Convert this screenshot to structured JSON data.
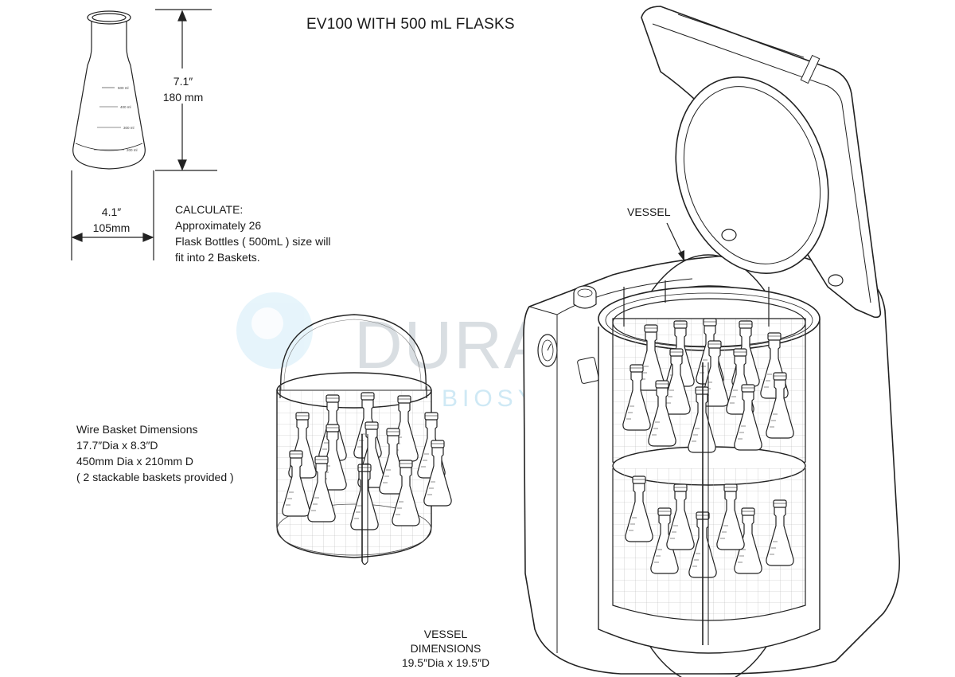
{
  "title": "EV100 WITH 500 mL FLASKS",
  "flask_dimensions": {
    "height_in": "7.1″",
    "height_mm": "180 mm",
    "width_in": "4.1″",
    "width_mm": "105mm",
    "graduations": [
      "500 ml",
      "400 ml",
      "300 ml",
      "200 ml"
    ]
  },
  "calculate": {
    "heading": "CALCULATE:",
    "line1": "Approximately  26",
    "line2": "Flask Bottles ( 500mL ) size will",
    "line3": "fit into 2 Baskets."
  },
  "wire_basket": {
    "line1": "Wire Basket Dimensions",
    "line2": "17.7″Dia x 8.3″D",
    "line3": "450mm Dia x 210mm D",
    "line4": "( 2 stackable baskets provided )"
  },
  "vessel_label": "VESSEL",
  "vessel_dimensions": {
    "line1": "VESSEL",
    "line2": "DIMENSIONS",
    "line3": "19.5″Dia x 19.5″D"
  },
  "watermark": {
    "brand": "DURAMED",
    "sub": "BIOSYSTEMS"
  },
  "colors": {
    "line": "#222222",
    "watermark_gray": "#d9dee2",
    "watermark_blue": "#cfe9f5"
  }
}
